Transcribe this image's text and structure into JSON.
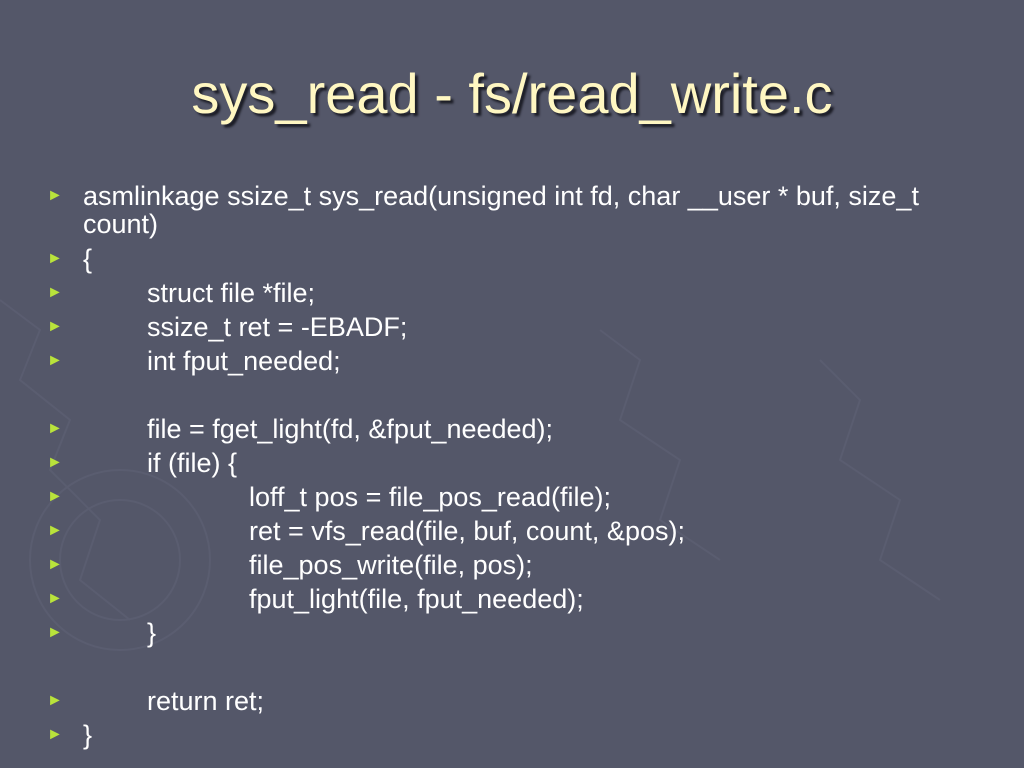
{
  "slide": {
    "title": "sys_read - fs/read_write.c",
    "bullet_glyph": "►",
    "colors": {
      "background": "#545769",
      "title": "#fff7c2",
      "text": "#ffffff",
      "bullet": "#b9e33b"
    },
    "lines": [
      {
        "text": "asmlinkage ssize_t sys_read(unsigned int fd, char __user * buf, size_t count)"
      },
      {
        "text": "{"
      },
      {
        "text": "struct file *file;"
      },
      {
        "text": "ssize_t ret = -EBADF;"
      },
      {
        "text": "int fput_needed;"
      },
      {
        "text": "file = fget_light(fd, &fput_needed);"
      },
      {
        "text": "if (file) {"
      },
      {
        "text": "loff_t pos = file_pos_read(file);"
      },
      {
        "text": "ret = vfs_read(file, buf, count, &pos);"
      },
      {
        "text": "file_pos_write(file, pos);"
      },
      {
        "text": "fput_light(file, fput_needed);"
      },
      {
        "text": "}"
      },
      {
        "text": "return ret;"
      },
      {
        "text": "}"
      }
    ]
  }
}
